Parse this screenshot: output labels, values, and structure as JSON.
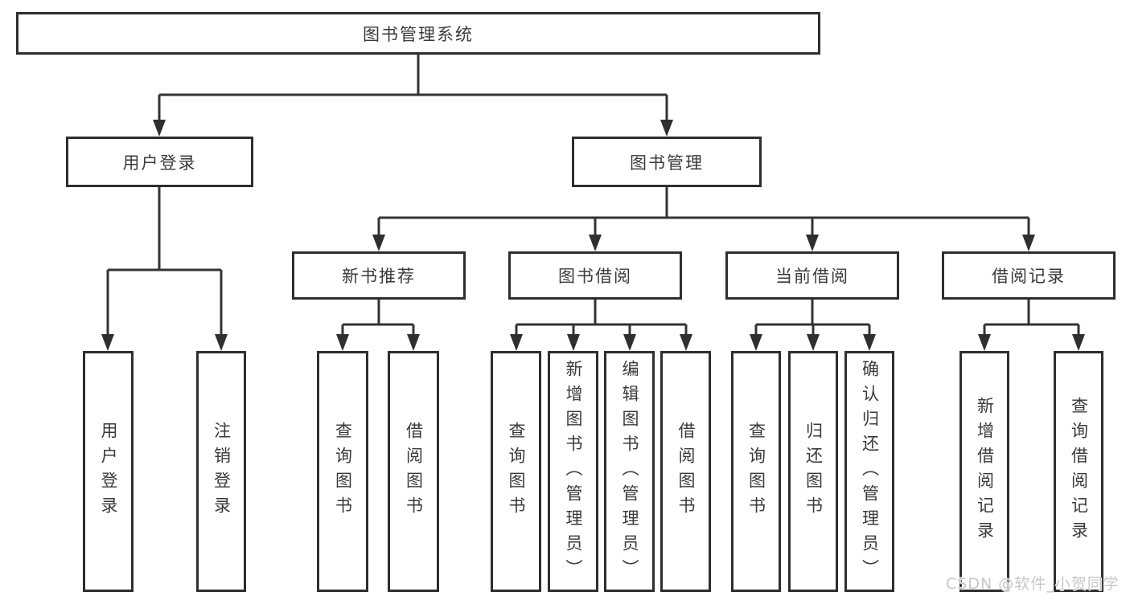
{
  "diagram_title": "图书管理系统",
  "tree": {
    "root": {
      "label": "图书管理系统"
    },
    "children": [
      {
        "label": "用户登录",
        "children": [
          {
            "label": "用户登录"
          },
          {
            "label": "注销登录"
          }
        ]
      },
      {
        "label": "图书管理",
        "children": [
          {
            "label": "新书推荐",
            "children": [
              {
                "label": "查询图书"
              },
              {
                "label": "借阅图书"
              }
            ]
          },
          {
            "label": "图书借阅",
            "children": [
              {
                "label": "查询图书"
              },
              {
                "label": "新增图书（管理员）"
              },
              {
                "label": "编辑图书（管理员）"
              },
              {
                "label": "借阅图书"
              }
            ]
          },
          {
            "label": "当前借阅",
            "children": [
              {
                "label": "查询图书"
              },
              {
                "label": "归还图书"
              },
              {
                "label": "确认归还（管理员）"
              }
            ]
          },
          {
            "label": "借阅记录",
            "children": [
              {
                "label": "新增借阅记录"
              },
              {
                "label": "查询借阅记录"
              }
            ]
          }
        ]
      }
    ]
  },
  "watermark": "CSDN @软件_小贺同学",
  "colors": {
    "line": "#333333",
    "box_border": "#2e2e2e",
    "text": "#3a3a3a",
    "watermark": "#c7c7c7",
    "background": "#ffffff"
  }
}
